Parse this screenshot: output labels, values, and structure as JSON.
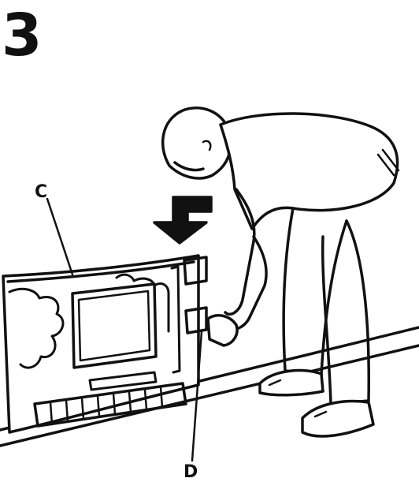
{
  "step": {
    "number": "3"
  },
  "callouts": {
    "c": "C",
    "d": "D"
  },
  "icons": {
    "direction": "arrow-down-icon"
  },
  "colors": {
    "ink": "#111111",
    "paper": "#ffffff"
  }
}
